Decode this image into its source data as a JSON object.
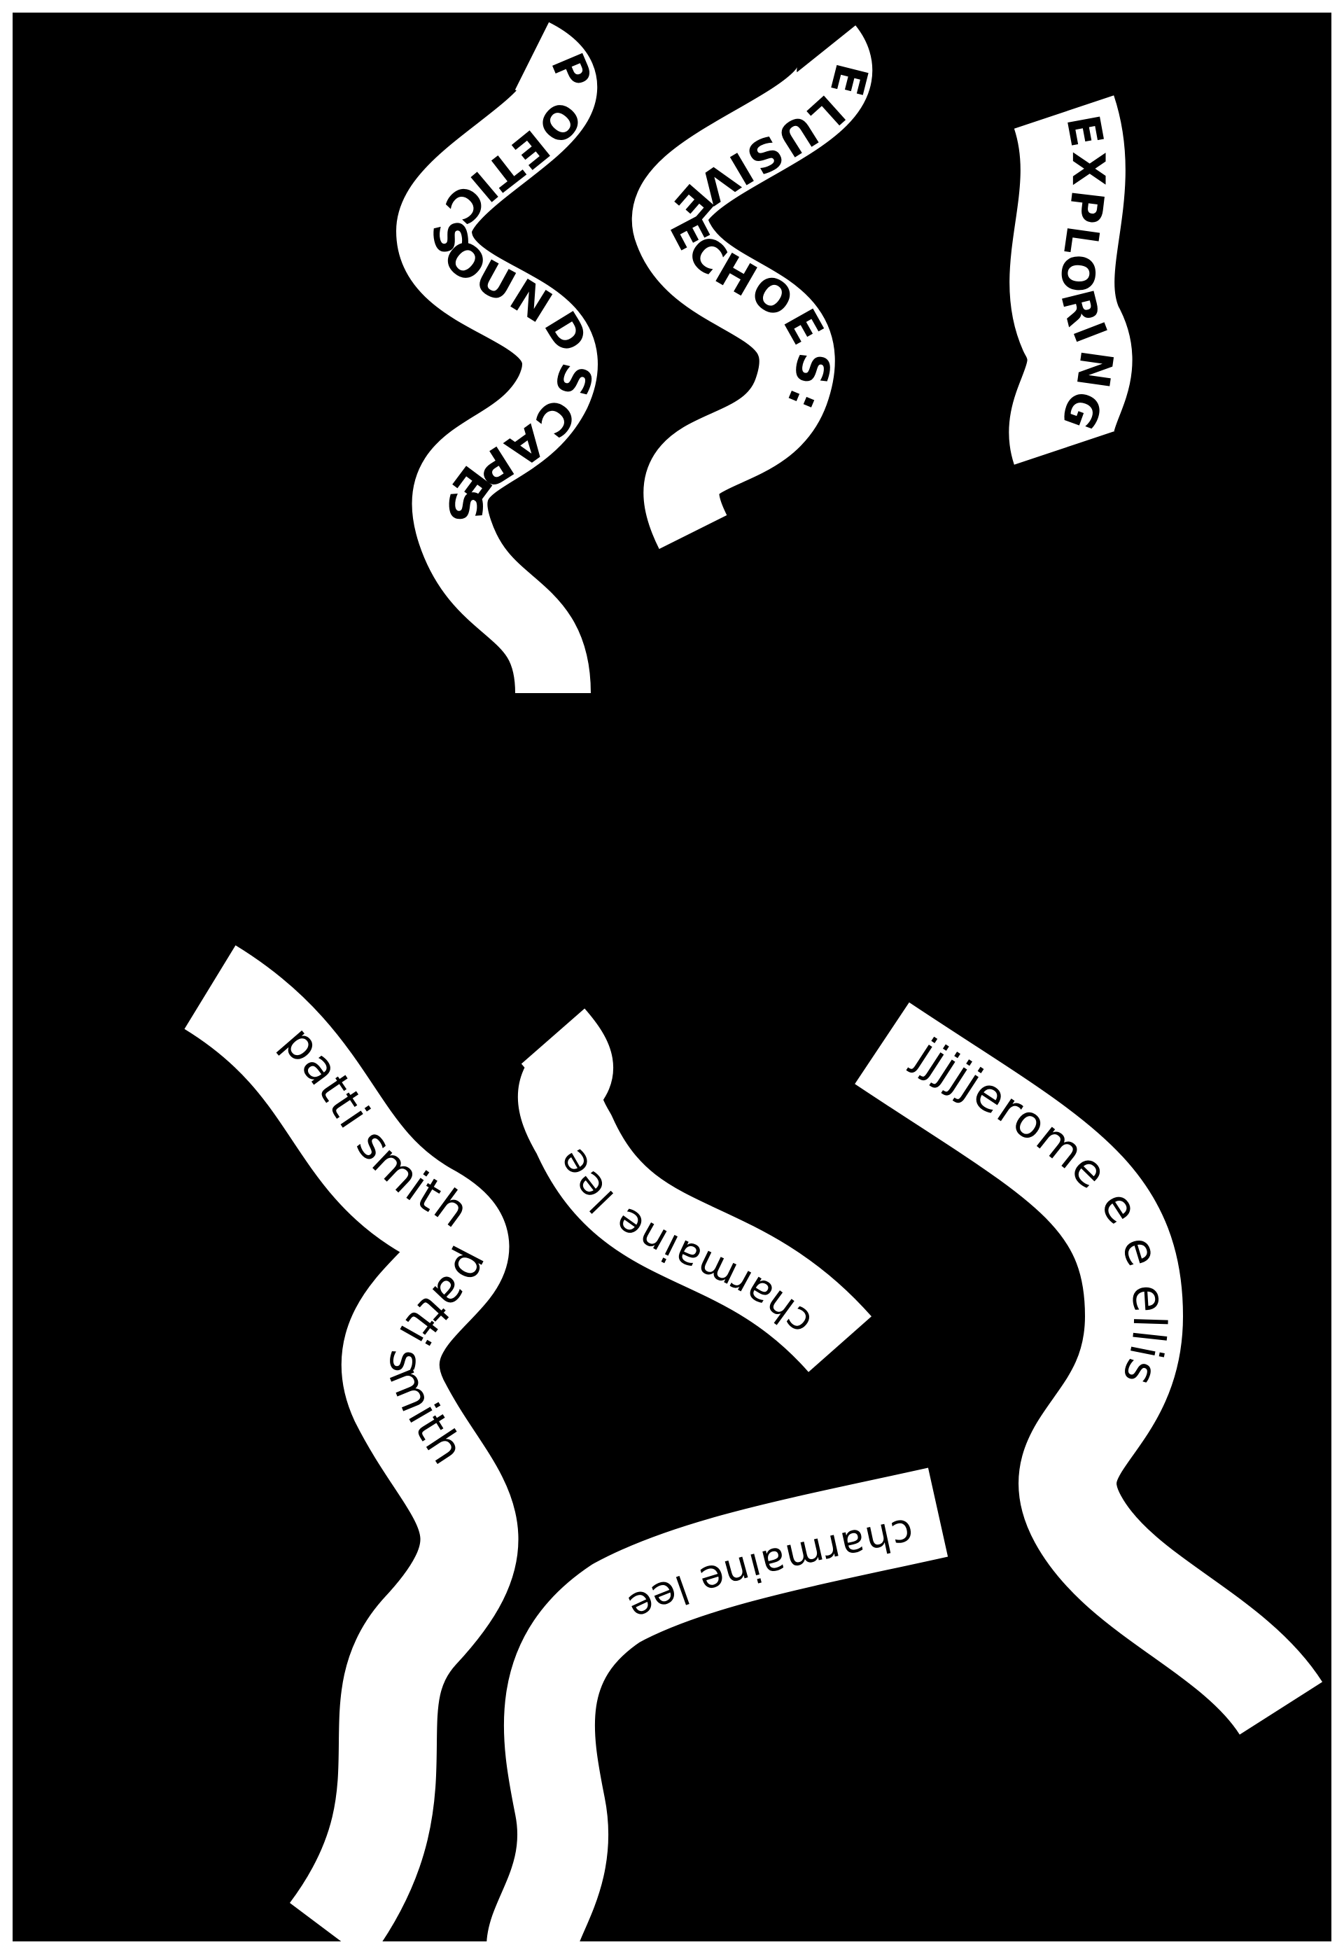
{
  "poster": {
    "background": "#000000",
    "frame": "#ffffff",
    "ink": "#000000",
    "ribbon_color": "#ffffff"
  },
  "titles": {
    "line1": "POETIC SOUNDSCAPES",
    "line2": "ELUSIVE ECHOES:",
    "line3": "EXPLORING"
  },
  "names": {
    "name1": "patti smith patti smith",
    "name2": "charmaine lee",
    "name3": "jjjjjerome e e ellis",
    "name4": "charmaine lee"
  }
}
